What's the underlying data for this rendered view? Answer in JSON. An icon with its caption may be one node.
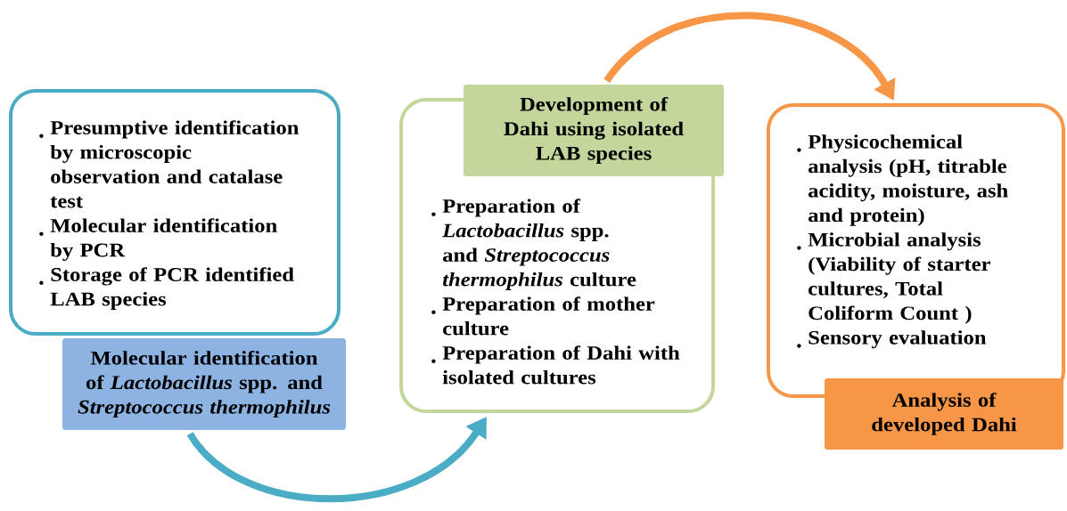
{
  "diagram": {
    "nodes": [
      {
        "text": [
          "Presumptive identification by microscopic observation and catalase test",
          "Molecular identification by PCR",
          "Storage of PCR identified LAB species"
        ]
      },
      {
        "text": [
          "Molecular identification of *Lactobacillus* spp. and *Streptococcus thermophilus*"
        ]
      },
      {
        "text": [
          "Preparation of *Lactobacillus* spp. and *Streptococcus thermophilus* culture",
          "Preparation of mother culture",
          "Preparation of Dahi with isolated cultures"
        ]
      },
      {
        "text": [
          "Development of Dahi using isolated LAB species"
        ]
      },
      {
        "text": [
          "Physicochemical analysis (pH, titrable acidity, moisture, ash and protein)",
          "Microbial analysis (Viability of starter cultures, Total Coliform Count )",
          "Sensory evaluation"
        ]
      },
      {
        "text": [
          "Analysis of developed Dahi"
        ]
      }
    ],
    "edges": [
      {
        "from": 1,
        "to": 2,
        "arrow": "to",
        "color": "#4bacc6"
      },
      {
        "from": 3,
        "to": 4,
        "arrow": "to",
        "color": "#f79646"
      }
    ]
  }
}
